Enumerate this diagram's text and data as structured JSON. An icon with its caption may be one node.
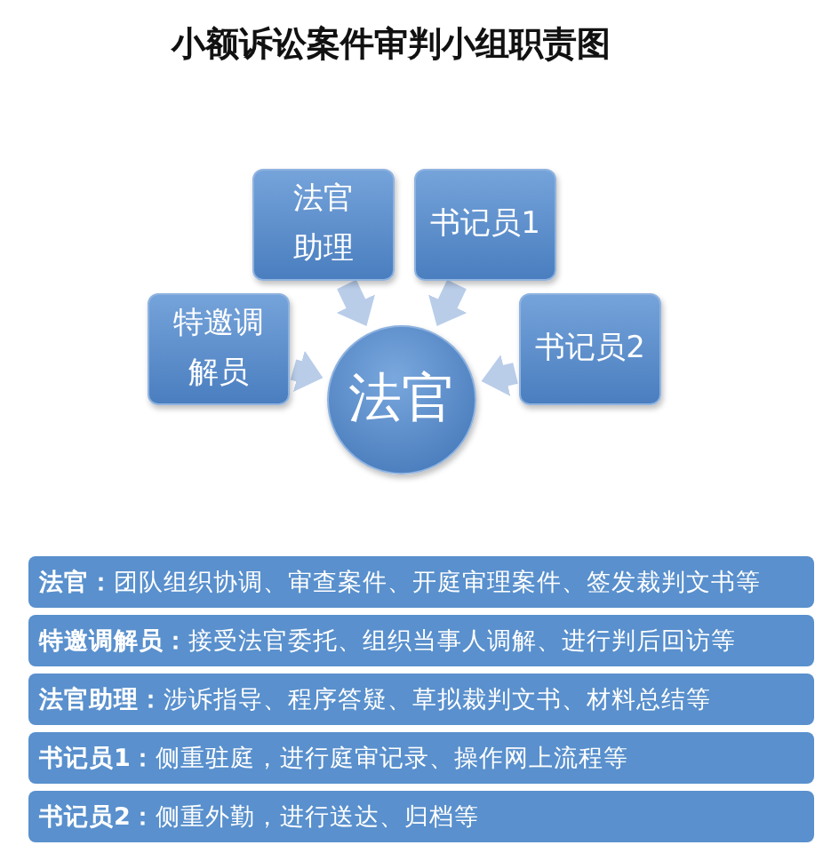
{
  "diagram": {
    "title": "小额诉讼案件审判小组职责图",
    "nodes": [
      {
        "text": [
          "法官助理"
        ]
      },
      {
        "text": [
          "书记员1"
        ]
      },
      {
        "text": [
          "特邀调解员"
        ]
      },
      {
        "text": [
          "书记员2"
        ]
      },
      {
        "text": [
          "法官"
        ]
      },
      {
        "text": [
          "**法官：**团队组织协调、审查案件、开庭审理案件、签发裁判文书等"
        ]
      },
      {
        "text": [
          "**特邀调解员：**接受法官委托、组织当事人调解、进行判后回访等"
        ]
      },
      {
        "text": [
          "**法官助理：**涉诉指导、程序答疑、草拟裁判文书、材料总结等"
        ]
      },
      {
        "text": [
          "**书记员1：**侧重驻庭，进行庭审记录、操作网上流程等"
        ]
      },
      {
        "text": [
          "**书记员2：**侧重外勤，进行送达、归档等"
        ]
      }
    ],
    "edges": [
      {
        "from": 0,
        "to": 4,
        "arrow": "to"
      },
      {
        "from": 1,
        "to": 4,
        "arrow": "to"
      },
      {
        "from": 2,
        "to": 4,
        "arrow": "to"
      },
      {
        "from": 3,
        "to": 4,
        "arrow": "to"
      }
    ]
  }
}
